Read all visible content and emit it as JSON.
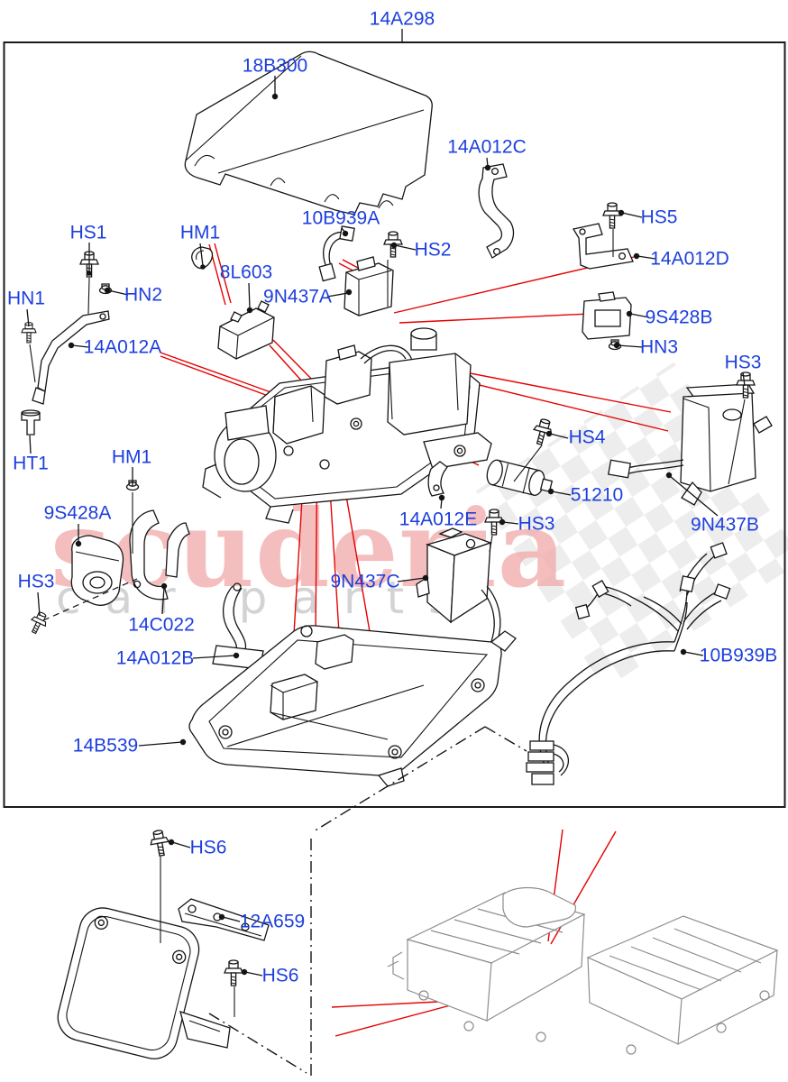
{
  "title": "14A298",
  "watermark": {
    "brand": "scuderia",
    "tagline": "car parts"
  },
  "colors": {
    "label_blue": "#1d3fdd",
    "leader_red": "#e60000",
    "line_black": "#141414",
    "watermark_pink": "#f2aeae",
    "watermark_gray": "#cfcfcf",
    "battery_gray": "#8d8d8d"
  },
  "labels": {
    "cover": "18B300",
    "harness_small": "10B939A",
    "bracket_c": "14A012C",
    "hs1": "HS1",
    "hm1_top": "HM1",
    "hn1": "HN1",
    "hn2": "HN2",
    "relay_8l603": "8L603",
    "module_9n437a": "9N437A",
    "hs2": "HS2",
    "hs5": "HS5",
    "bracket_d": "14A012D",
    "sensor_9s428b": "9S428B",
    "hn3": "HN3",
    "bracket_a": "14A012A",
    "hs3_right": "HS3",
    "ht1": "HT1",
    "hm1_mid": "HM1",
    "sensor_9s428a": "9S428A",
    "hs3_left": "HS3",
    "bracket_14c022": "14C022",
    "bracket_b": "14A012B",
    "bracket_e": "14A012E",
    "hs3_mid": "HS3",
    "module_9n437c": "9N437C",
    "hs4": "HS4",
    "capacitor_51210": "51210",
    "module_9n437b": "9N437B",
    "tray": "14B539",
    "harness_large": "10B939B",
    "hs6_top": "HS6",
    "plate_12a659": "12A659",
    "hs6_bottom": "HS6"
  }
}
